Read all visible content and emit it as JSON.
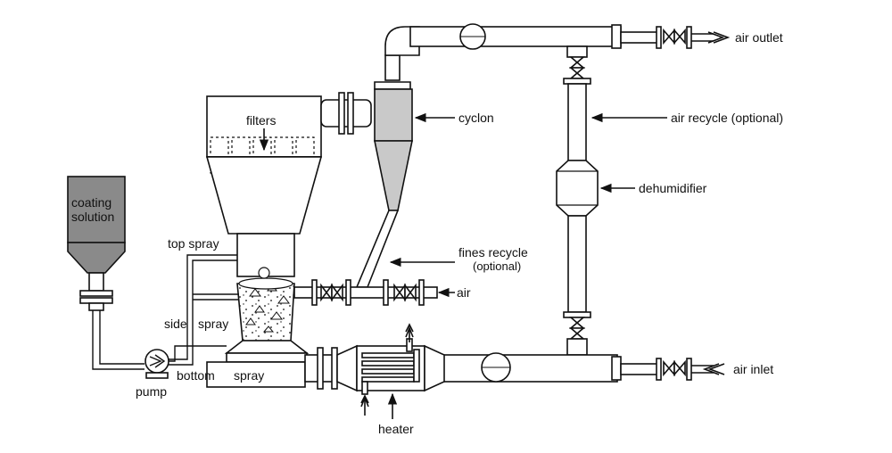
{
  "labels": {
    "coating_solution_line1": "coating",
    "coating_solution_line2": "solution",
    "filters": "filters",
    "cyclon": "cyclon",
    "air_outlet": "air outlet",
    "air_recycle": "air recycle (optional)",
    "dehumidifier": "dehumidifier",
    "fines_recycle_line1": "fines recycle",
    "fines_recycle_line2": "(optional)",
    "top_spray": "top spray",
    "air_fines": "air",
    "side": "side",
    "side_spray": "spray",
    "bottom": "bottom",
    "bottom_spray": "spray",
    "pump": "pump",
    "heater": "heater",
    "air_inlet": "air inlet"
  }
}
